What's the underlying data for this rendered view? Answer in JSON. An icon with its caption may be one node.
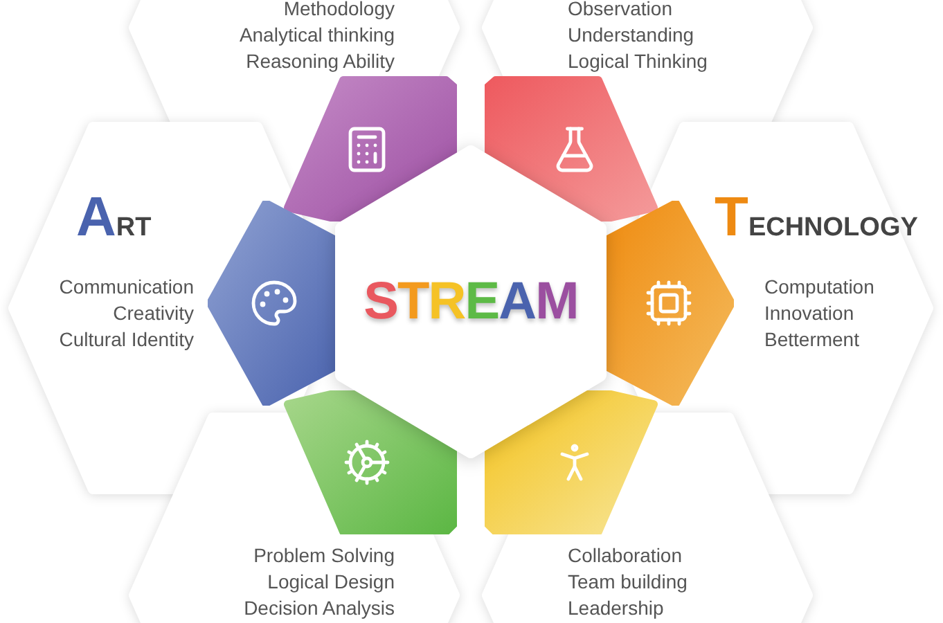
{
  "diagram": {
    "nodes": [
      {
        "text": [
          "Methodology",
          "Analytical thinking",
          "Reasoning Ability"
        ]
      },
      {
        "text": [
          "Observation",
          "Understanding",
          "Logical Thinking"
        ]
      },
      {
        "text": [
          "ART",
          "Communication",
          "Creativity",
          "Cultural Identity"
        ]
      },
      {
        "text": [
          "STREAM"
        ]
      },
      {
        "text": [
          "TECHNOLOGY",
          "Computation",
          "Innovation",
          "Betterment"
        ]
      },
      {
        "text": [
          "Problem Solving",
          "Logical Design",
          "Decision Analysis"
        ]
      },
      {
        "text": [
          "Collaboration",
          "Team building",
          "Leadership"
        ]
      },
      {
        "text": [],
        "shape": "hexagon"
      },
      {
        "text": [],
        "shape": "hexagon"
      },
      {
        "text": [],
        "shape": "hexagon"
      },
      {
        "text": [],
        "shape": "hexagon"
      },
      {
        "text": [],
        "shape": "hexagon"
      },
      {
        "text": [],
        "shape": "hexagon"
      }
    ]
  }
}
